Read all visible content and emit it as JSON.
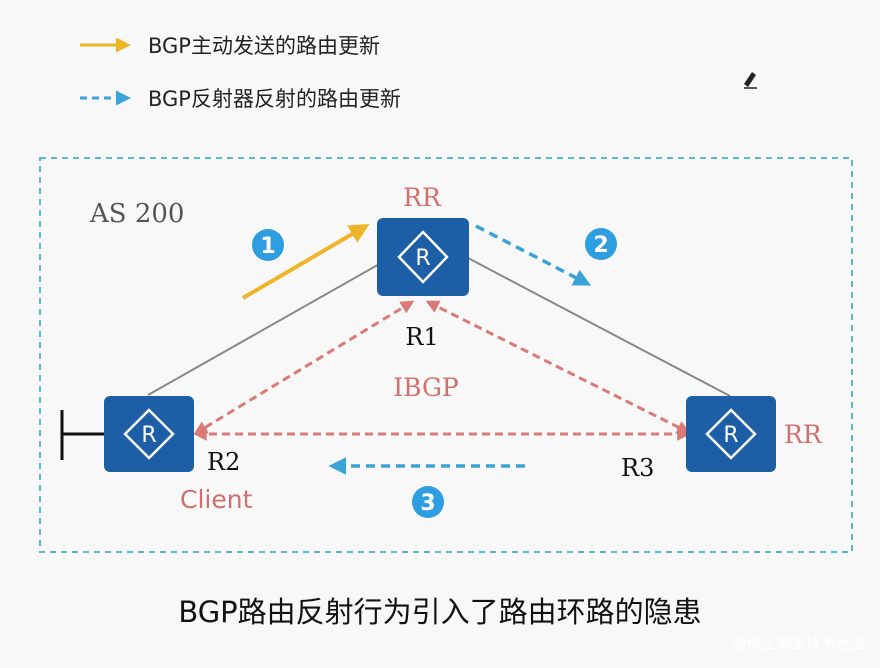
{
  "legend": {
    "active_update": "BGP主动发送的路由更新",
    "reflected_update": "BGP反射器反射的路由更新"
  },
  "as_label": "AS 200",
  "routers": {
    "r1": {
      "name": "R1",
      "role": "RR"
    },
    "r2": {
      "name": "R2",
      "role": "Client"
    },
    "r3": {
      "name": "R3",
      "role": "RR"
    }
  },
  "router_icon_letter": "R",
  "ibgp_label": "IBGP",
  "steps": {
    "s1": "1",
    "s2": "2",
    "s3": "3"
  },
  "caption": "BGP路由反射行为引入了路由环路的隐患",
  "watermark": "@稀土掘金技术社区",
  "colors": {
    "active_arrow": "#f0b429",
    "reflected_arrow": "#3aa3d8",
    "ibgp_dashed": "#d97a76",
    "router_fill": "#1c5fa6",
    "as_border": "#5bb8c9",
    "step_circle": "#2e9ee0"
  }
}
